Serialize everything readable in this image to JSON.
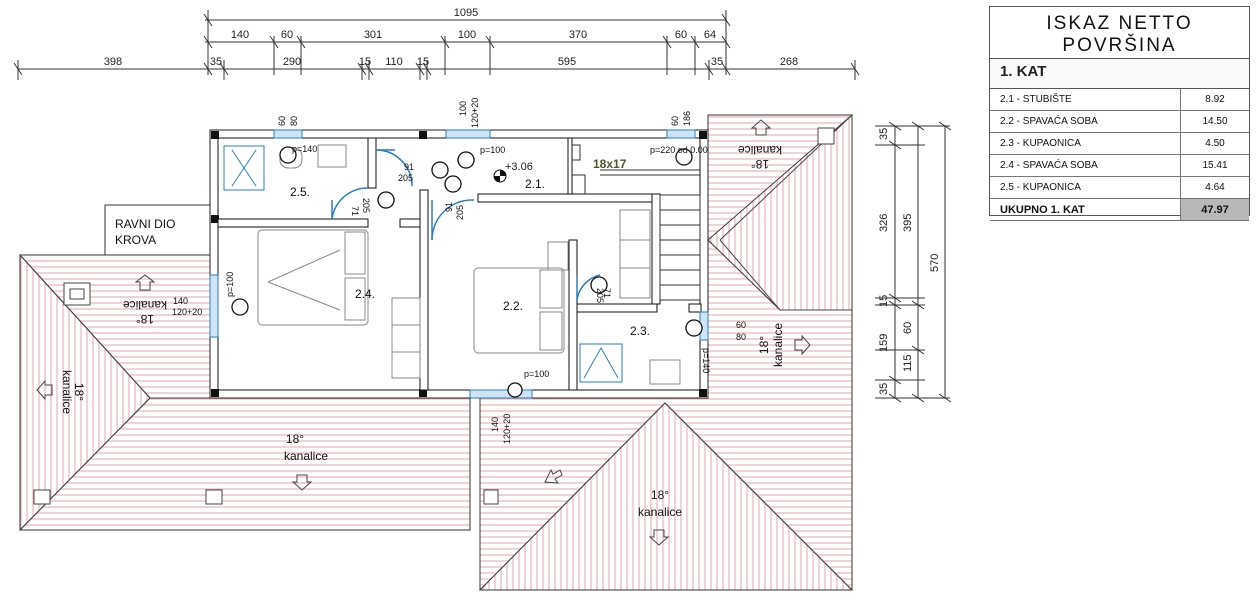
{
  "dimensions_top": {
    "total": "1095",
    "row2": [
      "140",
      "60",
      "301",
      "100",
      "370",
      "60",
      "64"
    ],
    "row3": [
      "398",
      "35",
      "290",
      "15",
      "110",
      "15",
      "595",
      "35",
      "268"
    ]
  },
  "dimensions_right": [
    "35",
    "326",
    "395",
    "570",
    "15",
    "159",
    "60",
    "115",
    "35"
  ],
  "rooms": {
    "r21": "2.1.",
    "r22": "2.2.",
    "r23": "2.3.",
    "r24": "2.4.",
    "r25": "2.5."
  },
  "plan_labels": {
    "elevation": "+3.06",
    "stair": "18x17",
    "flat_roof": [
      "RAVNI DIO",
      "KROVA"
    ]
  },
  "openings": {
    "w_25_top": [
      "60",
      "80"
    ],
    "w_21_top": [
      "100",
      "120+20"
    ],
    "w_stair_top": [
      "60",
      "186"
    ],
    "w_24_left": [
      "140",
      "120+20"
    ],
    "w_bottom": [
      "140",
      "120+20"
    ],
    "w_23_right": [
      "60",
      "80"
    ],
    "door_25": [
      "71",
      "205"
    ],
    "door_21": [
      "91",
      "205"
    ],
    "door_24": [
      "91",
      "205"
    ],
    "door_23": [
      "71",
      "205"
    ],
    "p1": "p=140",
    "p2": "p=100",
    "p3": "p=220 od 0.00",
    "p4": "p=100",
    "p5": "p=100",
    "p6": "p=140"
  },
  "roof_labels": {
    "slope": "18°",
    "material": "kanalice"
  },
  "legend": {
    "title_line1": "ISKAZ NETTO",
    "title_line2": "POVRŠINA",
    "floor": "1. KAT",
    "rows": [
      {
        "name": "2.1 - STUBIŠTE",
        "value": "8.92"
      },
      {
        "name": "2.2 - SPAVAĆA SOBA",
        "value": "14.50"
      },
      {
        "name": "2.3 - KUPAONICA",
        "value": "4.50"
      },
      {
        "name": "2.4 - SPAVAĆA SOBA",
        "value": "15.41"
      },
      {
        "name": "2.5 - KUPAONICA",
        "value": "4.64"
      }
    ],
    "total_label": "UKUPNO 1. KAT",
    "total_value": "47.97"
  }
}
